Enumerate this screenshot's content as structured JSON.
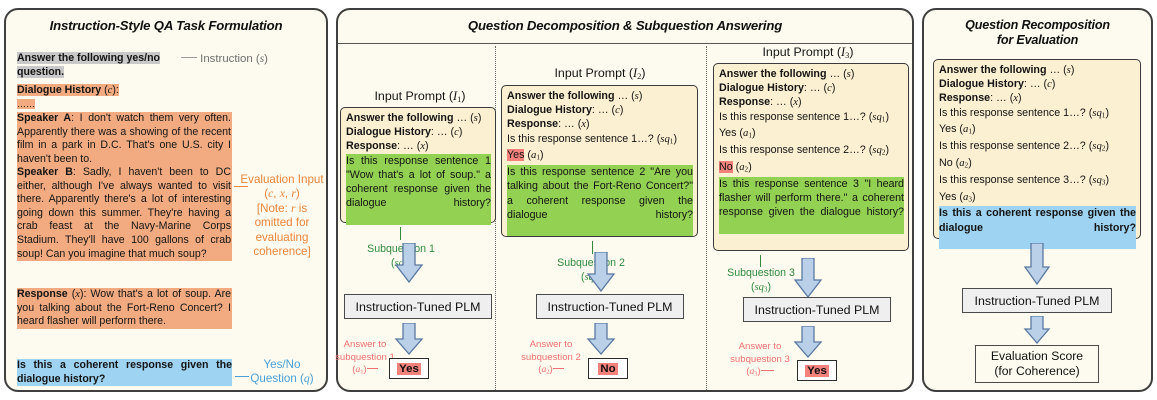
{
  "panels": {
    "left": {
      "title": "Instruction-Style QA Task Formulation"
    },
    "mid": {
      "title": "Question Decomposition & Subquestion Answering"
    },
    "right": {
      "title_line1": "Question Recomposition",
      "title_line2": "for Evaluation"
    }
  },
  "left_panel": {
    "instruction_text": "Answer the following yes/no question.",
    "instruction_annot": "Instruction (s)",
    "dialogue_label": "Dialogue History",
    "dialogue_label_var": "(c)",
    "dialogue_ellipsis": "……",
    "speaker_a_name": "Speaker A",
    "speaker_a_text": ": I don't watch them very often. Apparently there was a showing of the recent film in a park in D.C. That's one U.S. city I haven't been to.",
    "speaker_b_name": "Speaker B",
    "speaker_b_text": ": Sadly, I haven't been to DC either, although I've always wanted to visit there. Apparently there's a lot of interesting going down this summer. They're having a crab feast at the Navy-Marine Corps Stadium. They'll have 100 gallons of crab soup! Can you imagine that much soup?",
    "response_label": "Response",
    "response_label_var": "(x)",
    "response_text": ": Wow that's a lot of soup. Are you talking about the Fort-Reno Concert? I heard flasher will perform there.",
    "eval_annot_line1": "Evaluation Input",
    "eval_annot_line2": "(c, x, r)",
    "eval_annot_line3": "[Note: r is",
    "eval_annot_line4": "omitted for",
    "eval_annot_line5": "evaluating",
    "eval_annot_line6": "coherence]",
    "question_text": "Is this a coherent response given the dialogue history?",
    "question_annot_line1": "Yes/No",
    "question_annot_line2": "Question (q)"
  },
  "mid_panel": {
    "columns": [
      {
        "prompt_label": "Input Prompt (I1)",
        "lines": [
          {
            "bold_part": "Answer the following",
            "rest": " … (s)"
          },
          {
            "bold_part": "Dialogue History",
            "rest": ": … (c)"
          },
          {
            "bold_part": "Response",
            "rest": ": … (x)"
          }
        ],
        "highlight_question": "Is this response sentence 1 \"Wow that's a lot of soup.\" a coherent response given the dialogue history?",
        "subq_label_line1": "Subquestion 1",
        "subq_label_line2": "(sq1)",
        "plm_label": "Instruction-Tuned PLM",
        "answer_annot_line1": "Answer to",
        "answer_annot_line2": "subquestion 1",
        "answer_annot_line3": "(a1)",
        "answer_value": "Yes",
        "answer_color": "#f4827c"
      },
      {
        "prompt_label": "Input Prompt (I2)",
        "lines": [
          {
            "bold_part": "Answer the following",
            "rest": " … (s)"
          },
          {
            "bold_part": "Dialogue History",
            "rest": ": … (c)"
          },
          {
            "bold_part": "Response",
            "rest": ": … (x)"
          },
          {
            "bold_part": "",
            "rest": "Is this response sentence 1…? (sq1)"
          },
          {
            "bold_part": "",
            "rest": "Yes (a1)",
            "badge": "Yes",
            "badge_color": "#f4827c"
          }
        ],
        "highlight_question": "Is this response sentence 2 \"Are you talking about the Fort-Reno Concert?\" a coherent response given the dialogue history?",
        "subq_label_line1": "Subquestion 2",
        "subq_label_line2": "(sq2)",
        "plm_label": "Instruction-Tuned PLM",
        "answer_annot_line1": "Answer to",
        "answer_annot_line2": "subquestion 2",
        "answer_annot_line3": "(a2)",
        "answer_value": "No",
        "answer_color": "#f4827c"
      },
      {
        "prompt_label": "Input Prompt (I3)",
        "lines": [
          {
            "bold_part": "Answer the following",
            "rest": " … (s)"
          },
          {
            "bold_part": "Dialogue History",
            "rest": ": … (c)"
          },
          {
            "bold_part": "Response",
            "rest": ": … (x)"
          },
          {
            "bold_part": "",
            "rest": "Is this response sentence 1…? (sq1)"
          },
          {
            "bold_part": "",
            "rest": "Yes (a1)"
          },
          {
            "bold_part": "",
            "rest": "Is this response sentence 2…? (sq2)"
          },
          {
            "bold_part": "",
            "rest": "No (a2)",
            "badge": "No",
            "badge_color": "#f4827c"
          }
        ],
        "highlight_question": "Is this response sentence 3 \"I heard flasher will perform there.\" a coherent response given the dialogue history?",
        "subq_label_line1": "Subquestion 3",
        "subq_label_line2": "(sq3)",
        "plm_label": "Instruction-Tuned PLM",
        "answer_annot_line1": "Answer to",
        "answer_annot_line2": "subquestion 3",
        "answer_annot_line3": "(a3)",
        "answer_value": "Yes",
        "answer_color": "#f4827c"
      }
    ]
  },
  "right_panel": {
    "prompt_lines": [
      {
        "bold_part": "Answer the following",
        "rest": " … (s)"
      },
      {
        "bold_part": "Dialogue History",
        "rest": ": … (c)"
      },
      {
        "bold_part": "Response",
        "rest": ": … (x)"
      },
      {
        "bold_part": "",
        "rest": "Is this response sentence 1…? (sq1)"
      },
      {
        "bold_part": "",
        "rest": "Yes (a1)"
      },
      {
        "bold_part": "",
        "rest": "Is this response sentence 2…? (sq2)"
      },
      {
        "bold_part": "",
        "rest": "No (a2)"
      },
      {
        "bold_part": "",
        "rest": "Is this response sentence 3…? (sq3)"
      },
      {
        "bold_part": "",
        "rest": "Yes (a3)"
      }
    ],
    "final_question": "Is this a coherent response given the dialogue history?",
    "plm_label": "Instruction-Tuned PLM",
    "score_line1": "Evaluation Score",
    "score_line2": "(for Coherence)"
  },
  "colors": {
    "panel_bg": "#fdfbef",
    "prompt_bg": "#fcf0d2",
    "highlight_gray": "#c9c9c9",
    "highlight_orange": "#f2ab80",
    "highlight_blue": "#9ed3f2",
    "highlight_green": "#93d152",
    "highlight_red": "#f4827c",
    "annot_orange": "#e8853a",
    "annot_blue": "#4b9ed6",
    "annot_green": "#2f8a3d",
    "annot_red": "#ef7070",
    "arrow_fill": "#b9d0e8",
    "arrow_stroke": "#5a78a0"
  }
}
